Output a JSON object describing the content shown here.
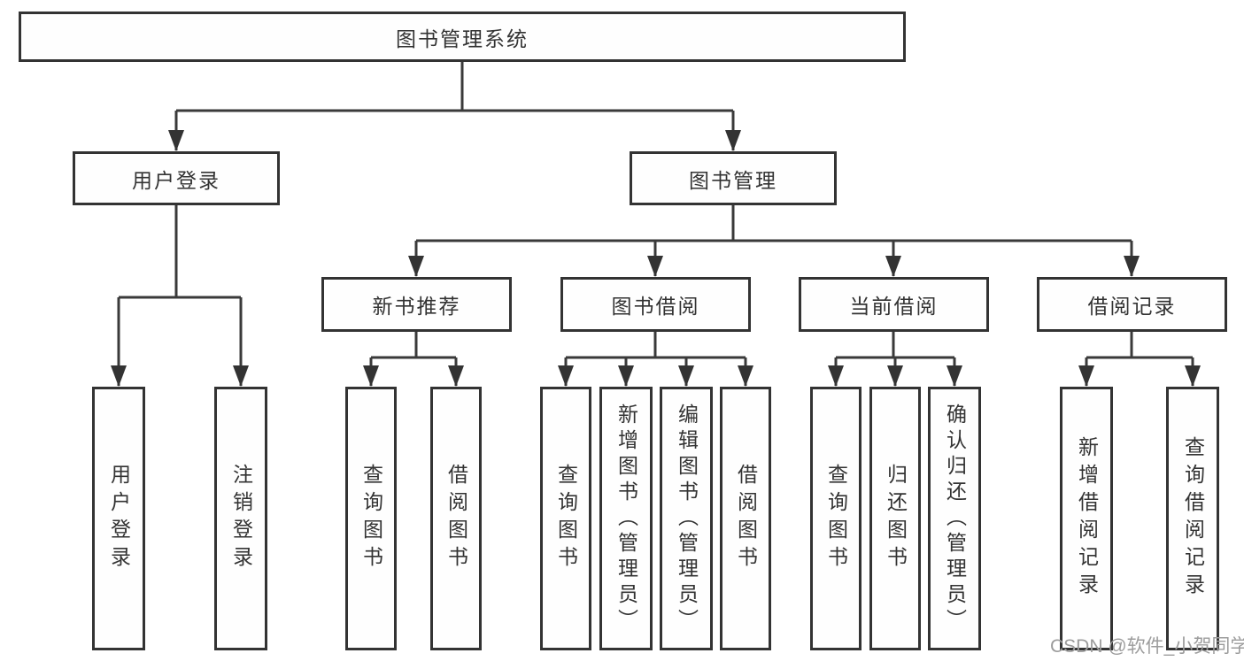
{
  "diagram": {
    "title": "图书管理系统",
    "type": "hierarchy-tree",
    "colors": {
      "line": "#3a3a3a",
      "border": "#333333",
      "text": "#333333",
      "watermark": "#9c9c9c",
      "background": "#ffffff"
    },
    "nodes": {
      "root": "图书管理系统",
      "user_login": "用户登录",
      "book_mgmt": "图书管理",
      "new_book_rec": "新书推荐",
      "book_borrow": "图书借阅",
      "current_borrow": "当前借阅",
      "borrow_record": "借阅记录",
      "leaf_user_login": "用户登录",
      "leaf_logout": "注销登录",
      "leaf_query_books_1": "查询图书",
      "leaf_borrow_books_1": "借阅图书",
      "leaf_query_books_2": "查询图书",
      "leaf_add_books": "新增图书（管理员）",
      "leaf_edit_books": "编辑图书（管理员）",
      "leaf_borrow_books_2": "借阅图书",
      "leaf_query_books_3": "查询图书",
      "leaf_return_books": "归还图书",
      "leaf_confirm_return": "确认归还（管理员）",
      "leaf_add_record": "新增借阅记录",
      "leaf_query_record": "查询借阅记录"
    },
    "hierarchy": {
      "图书管理系统": {
        "用户登录": [
          "用户登录",
          "注销登录"
        ],
        "图书管理": {
          "新书推荐": [
            "查询图书",
            "借阅图书"
          ],
          "图书借阅": [
            "查询图书",
            "新增图书（管理员）",
            "编辑图书（管理员）",
            "借阅图书"
          ],
          "当前借阅": [
            "查询图书",
            "归还图书",
            "确认归还（管理员）"
          ],
          "借阅记录": [
            "新增借阅记录",
            "查询借阅记录"
          ]
        }
      }
    },
    "watermark": "CSDN @软件_小贺同学"
  }
}
